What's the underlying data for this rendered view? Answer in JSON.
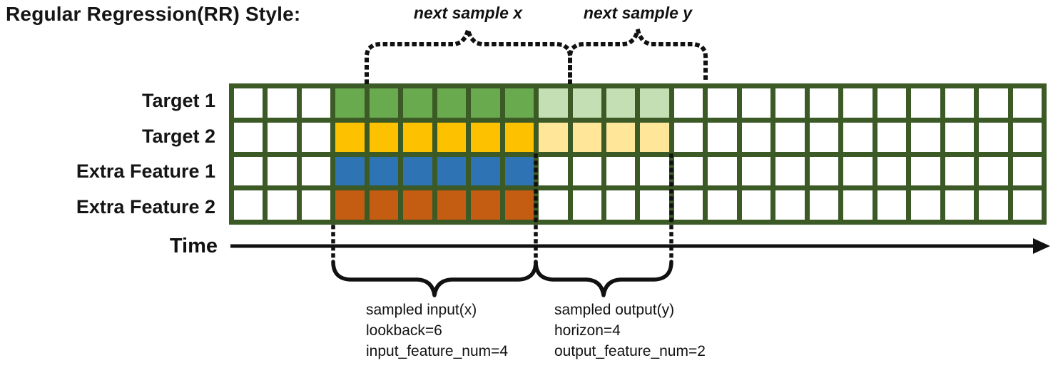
{
  "title": "Regular Regression(RR) Style:",
  "top_braces": {
    "next_sample_x_label": "next sample x",
    "next_sample_y_label": "next sample y"
  },
  "time_axis": {
    "label": "Time"
  },
  "grid": {
    "columns": 24,
    "border_color": "#3C5A26",
    "rows": [
      {
        "label": "Target 1",
        "segments": [
          {
            "count": 3,
            "fill": "#FFFFFF"
          },
          {
            "count": 6,
            "fill": "#6AAA4E"
          },
          {
            "count": 4,
            "fill": "#C5DFB4"
          },
          {
            "count": 11,
            "fill": "#FFFFFF"
          }
        ]
      },
      {
        "label": "Target 2",
        "segments": [
          {
            "count": 3,
            "fill": "#FFFFFF"
          },
          {
            "count": 6,
            "fill": "#FEC100"
          },
          {
            "count": 4,
            "fill": "#FFE699"
          },
          {
            "count": 11,
            "fill": "#FFFFFF"
          }
        ]
      },
      {
        "label": "Extra Feature 1",
        "segments": [
          {
            "count": 3,
            "fill": "#FFFFFF"
          },
          {
            "count": 6,
            "fill": "#2E74B5"
          },
          {
            "count": 15,
            "fill": "#FFFFFF"
          }
        ]
      },
      {
        "label": "Extra Feature 2",
        "segments": [
          {
            "count": 3,
            "fill": "#FFFFFF"
          },
          {
            "count": 6,
            "fill": "#C45C12"
          },
          {
            "count": 15,
            "fill": "#FFFFFF"
          }
        ]
      }
    ]
  },
  "input_block": {
    "lines": [
      "sampled input(x)",
      "lookback=6",
      "input_feature_num=4"
    ]
  },
  "output_block": {
    "lines": [
      "sampled output(y)",
      "horizon=4",
      "output_feature_num=2"
    ]
  }
}
